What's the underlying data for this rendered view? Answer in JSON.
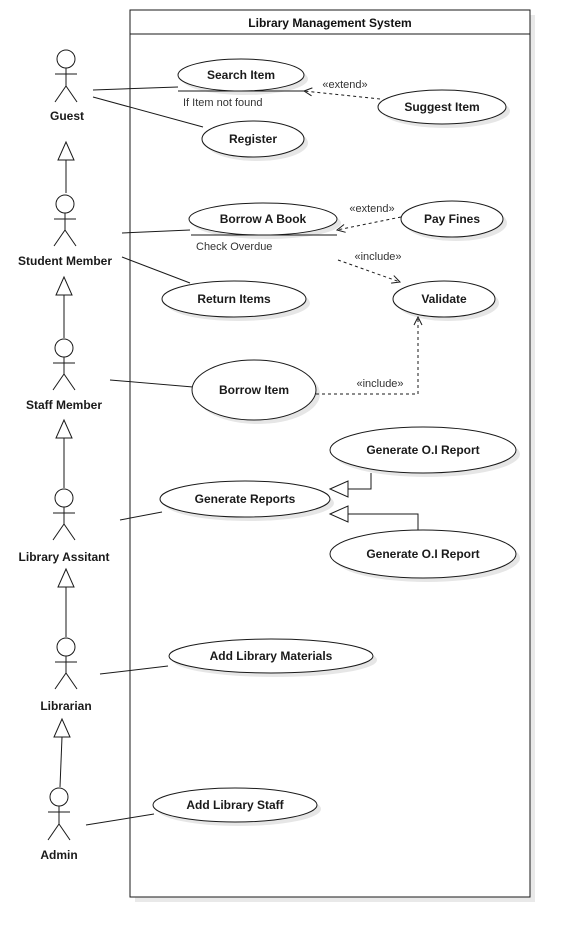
{
  "system": {
    "title": "Library Management System"
  },
  "actors": {
    "guest": "Guest",
    "student": "Student Member",
    "staff": "Staff Member",
    "assistant": "Library Assitant",
    "librarian": "Librarian",
    "admin": "Admin"
  },
  "use_cases": {
    "search_item": "Search Item",
    "suggest_item": "Suggest Item",
    "register": "Register",
    "borrow_a_book": "Borrow A Book",
    "pay_fines": "Pay Fines",
    "return_items": "Return Items",
    "validate": "Validate",
    "borrow_item": "Borrow Item",
    "generate_oi_report_1": "Generate O.I Report",
    "generate_reports": "Generate Reports",
    "generate_oi_report_2": "Generate O.I Report",
    "add_library_materials": "Add Library Materials",
    "add_library_staff": "Add Library Staff"
  },
  "relations": {
    "extend_1": "«extend»",
    "extend_2": "«extend»",
    "include_1": "«include»",
    "include_2": "«include»"
  },
  "extension_points": {
    "search": "If Item not found",
    "borrow": "Check Overdue"
  }
}
